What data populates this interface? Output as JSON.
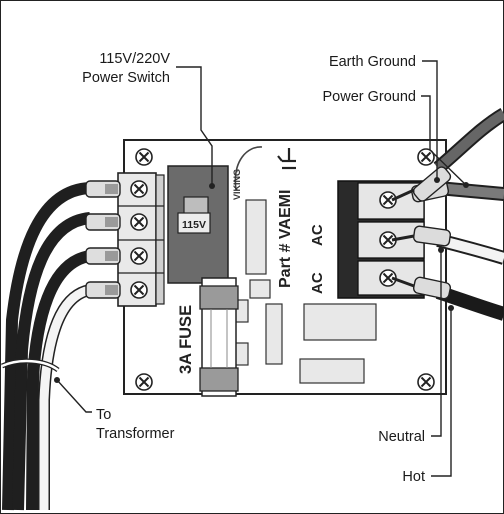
{
  "labels": {
    "power_switch_line1": "115V/220V",
    "power_switch_line2": "Power Switch",
    "earth_ground": "Earth Ground",
    "power_ground": "Power Ground",
    "to_line1": "To",
    "to_line2": "Transformer",
    "neutral": "Neutral",
    "hot": "Hot"
  },
  "board": {
    "switch_label": "115V",
    "fuse_label": "3A FUSE",
    "part_label": "Part # VAEMI",
    "brand": "VIKING",
    "ac1": "AC",
    "ac2": "AC"
  },
  "icons": [
    "screw-icon",
    "ground-symbol-icon"
  ]
}
